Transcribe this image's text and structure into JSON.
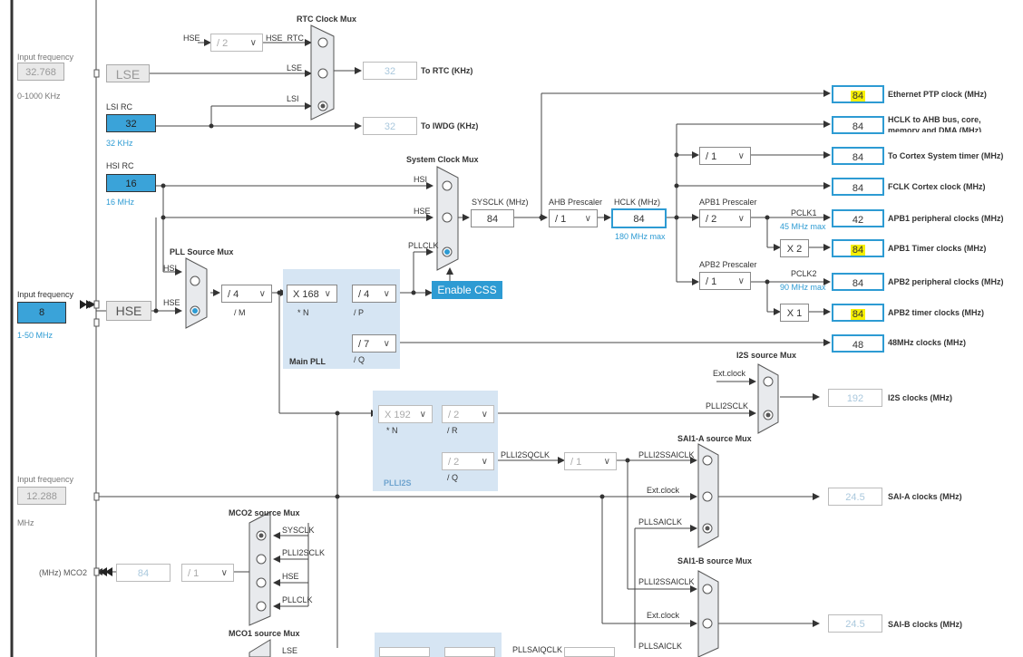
{
  "rtc_mux": {
    "title": "RTC Clock Mux",
    "hse_label": "HSE",
    "hse_rtc_label": "HSE_RTC",
    "lse_label": "LSE",
    "lsi_label": "LSI",
    "div": "/ 2"
  },
  "lse": {
    "input_label": "Input frequency",
    "value": "32.768",
    "range": "0-1000 KHz",
    "block_label": "LSE"
  },
  "rtc_out": {
    "value": "32",
    "label": "To RTC (KHz)"
  },
  "lsi": {
    "title": "LSI RC",
    "value": "32",
    "freq": "32 KHz"
  },
  "iwdg_out": {
    "value": "32",
    "label": "To IWDG (KHz)"
  },
  "hsi": {
    "title": "HSI RC",
    "value": "16",
    "freq": "16 MHz"
  },
  "sys_mux": {
    "title": "System Clock Mux",
    "hsi": "HSI",
    "hse": "HSE",
    "pllclk": "PLLCLK"
  },
  "sysclk": {
    "label": "SYSCLK (MHz)",
    "value": "84"
  },
  "ahb": {
    "label": "AHB Prescaler",
    "value": "/ 1"
  },
  "hclk": {
    "label": "HCLK (MHz)",
    "value": "84",
    "max": "180 MHz max"
  },
  "apb1": {
    "label": "APB1 Prescaler",
    "value": "/ 2",
    "pclk": "PCLK1",
    "max": "45 MHz max",
    "timer_mult": "X 2"
  },
  "apb2": {
    "label": "APB2 Prescaler",
    "value": "/ 1",
    "pclk": "PCLK2",
    "max": "90 MHz max",
    "timer_mult": "X 1"
  },
  "cortex_div": "/ 1",
  "outputs": [
    {
      "value": "84",
      "label": "Ethernet PTP clock (MHz)",
      "highlight": true
    },
    {
      "value": "84",
      "label": "HCLK to AHB bus, core,",
      "label2": "memory and DMA (MHz)",
      "highlight": false
    },
    {
      "value": "84",
      "label": "To Cortex System timer (MHz)",
      "highlight": false
    },
    {
      "value": "84",
      "label": "FCLK Cortex clock (MHz)",
      "highlight": false
    },
    {
      "value": "42",
      "label": "APB1 peripheral clocks (MHz)",
      "highlight": false
    },
    {
      "value": "84",
      "label": "APB1 Timer clocks (MHz)",
      "highlight": true
    },
    {
      "value": "84",
      "label": "APB2 peripheral clocks (MHz)",
      "highlight": false
    },
    {
      "value": "84",
      "label": "APB2 timer clocks (MHz)",
      "highlight": true
    },
    {
      "value": "48",
      "label": "48MHz clocks (MHz)",
      "highlight": false
    }
  ],
  "hse": {
    "input_label": "Input frequency",
    "value": "8",
    "range": "1-50 MHz",
    "block_label": "HSE"
  },
  "pll_mux": {
    "title": "PLL Source Mux",
    "hsi": "HSI",
    "hse": "HSE"
  },
  "main_pll": {
    "title": "Main PLL",
    "m": "/ 4",
    "m_label": "/ M",
    "n": "X 168",
    "n_label": "* N",
    "p": "/ 4",
    "p_label": "/ P",
    "q": "/ 7",
    "q_label": "/ Q"
  },
  "css_button": "Enable CSS",
  "plli2s": {
    "title": "PLLI2S",
    "n": "X 192",
    "n_label": "* N",
    "r": "/ 2",
    "r_label": "/ R",
    "q": "/ 2",
    "q_label": "/ Q",
    "q_out_label": "PLLI2SQCLK",
    "q_div": "/ 1"
  },
  "i2s_mux": {
    "title": "I2S source Mux",
    "ext": "Ext.clock",
    "plli2s": "PLLI2SCLK"
  },
  "i2s_out": {
    "value": "192",
    "label": "I2S clocks (MHz)"
  },
  "sai_a_mux": {
    "title": "SAI1-A source Mux",
    "plli2s": "PLLI2SSAICLK",
    "ext": "Ext.clock",
    "pllsai": "PLLSAICLK"
  },
  "sai_a_out": {
    "value": "24.5",
    "label": "SAI-A clocks (MHz)"
  },
  "sai_b_mux": {
    "title": "SAI1-B source Mux",
    "plli2s": "PLLI2SSAICLK",
    "ext": "Ext.clock",
    "pllsai": "PLLSAICLK"
  },
  "sai_b_out": {
    "value": "24.5",
    "label": "SAI-B clocks (MHz)"
  },
  "ext_input": {
    "label": "Input frequency",
    "value": "12.288",
    "unit": "MHz"
  },
  "mco2": {
    "title": "MCO2 source Mux",
    "sysclk": "SYSCLK",
    "plli2s": "PLLI2SCLK",
    "hse": "HSE",
    "pllclk": "PLLCLK",
    "label": "(MHz) MCO2",
    "value": "84",
    "div": "/ 1"
  },
  "mco1": {
    "title": "MCO1 source Mux",
    "lse": "LSE"
  },
  "pllsai": {
    "q_out_label": "PLLSAIQCLK"
  }
}
